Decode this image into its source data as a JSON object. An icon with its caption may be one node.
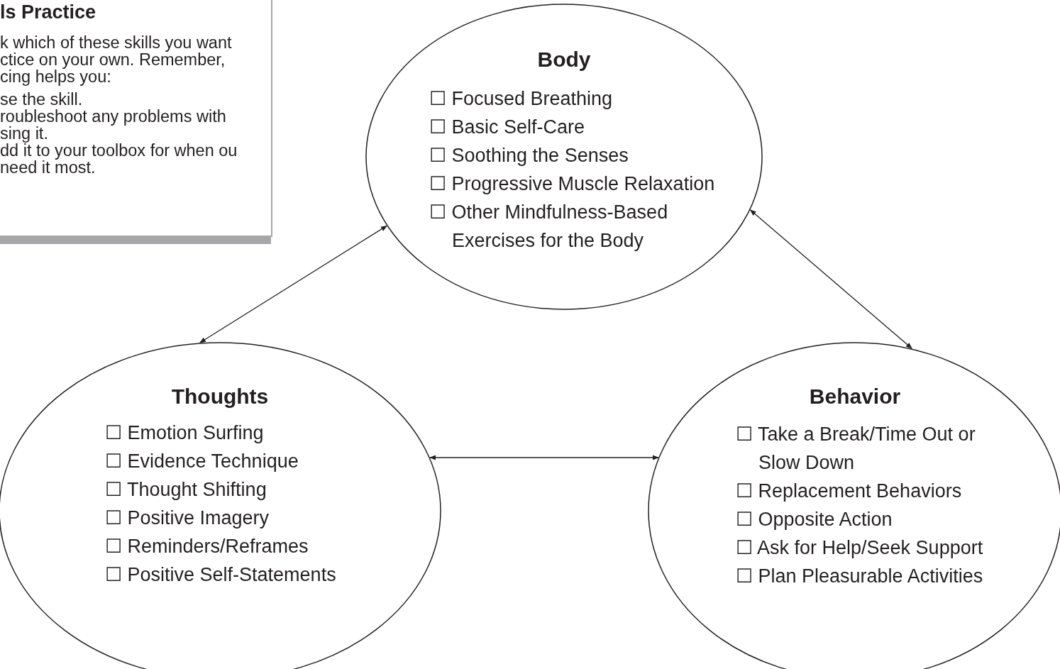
{
  "diagram": {
    "nodes": [
      {
        "text": [
          "ls Practice",
          "k which of these skills you want ctice on your own. Remember, cing helps you:",
          "se the skill.",
          "roubleshoot any problems with sing it.",
          "dd it to your toolbox for when ou need it most."
        ]
      },
      {
        "text": [
          "Body",
          "☐ Focused Breathing",
          "☐ Basic Self-Care",
          "☐ Soothing the Senses",
          "☐ Progressive Muscle Relaxation",
          "☐ Other Mindfulness-Based Exercises for the Body"
        ]
      },
      {
        "text": [
          "Thoughts",
          "☐ Emotion Surfing",
          "☐ Evidence Technique",
          "☐ Thought Shifting",
          "☐ Positive Imagery",
          "☐ Reminders/Reframes",
          "☐ Positive Self-Statements"
        ]
      },
      {
        "text": [
          "Behavior",
          "☐ Take a Break/Time Out or Slow Down",
          "☐ Replacement Behaviors",
          "☐ Opposite Action",
          "☐ Ask for Help/Seek Support",
          "☐ Plan Pleasurable Activities"
        ]
      }
    ],
    "edges": [
      {
        "from": 1,
        "to": 2,
        "arrow": "both"
      },
      {
        "from": 1,
        "to": 3,
        "arrow": "both"
      },
      {
        "from": 2,
        "to": 3,
        "arrow": "both"
      }
    ]
  }
}
